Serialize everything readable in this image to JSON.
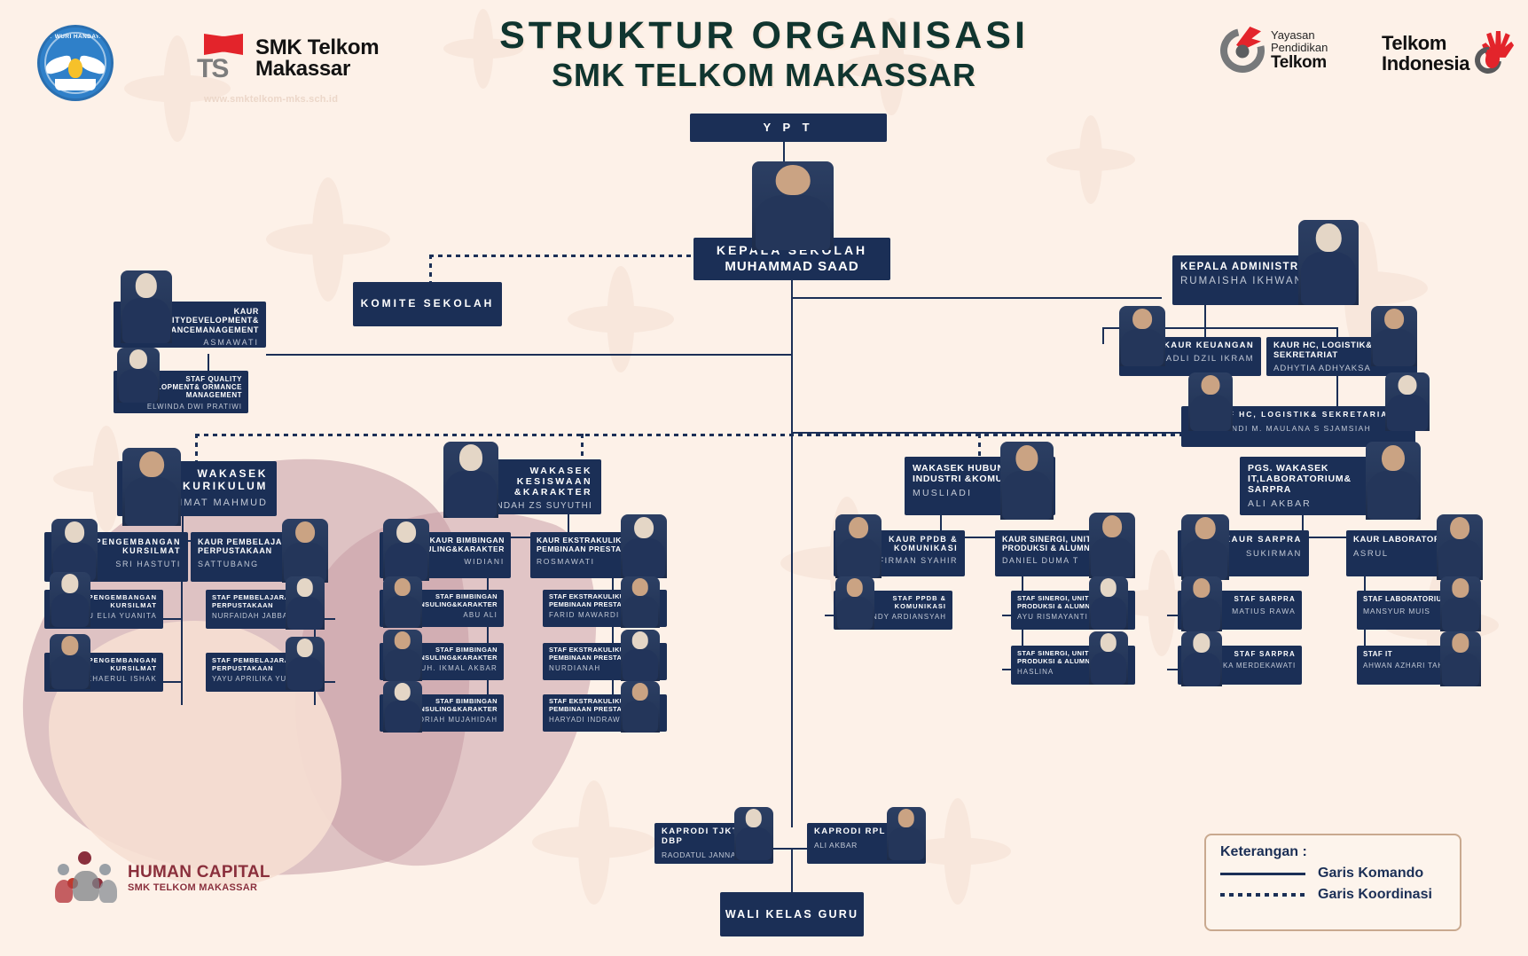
{
  "header": {
    "title_line1": "STRUKTUR ORGANISASI",
    "title_line2": "SMK TELKOM MAKASSAR",
    "logos": {
      "tutwuri_text": "TUT WURI HANDAYANI",
      "smk_line1": "SMK Telkom",
      "smk_line2": "Makassar",
      "smk_url": "www.smktelkom-mks.sch.id",
      "ypt_line1": "Yayasan",
      "ypt_line2": "Pendidikan",
      "ypt_line3": "Telkom",
      "telkom_line1": "Telkom",
      "telkom_line2": "Indonesia"
    }
  },
  "footer_logo": {
    "line1": "HUMAN CAPITAL",
    "line2": "SMK TELKOM MAKASSAR"
  },
  "legend": {
    "title": "Keterangan :",
    "items": [
      {
        "label": "Garis Komando",
        "style": "solid"
      },
      {
        "label": "Garis Koordinasi",
        "style": "dotted"
      }
    ]
  },
  "colors": {
    "background": "#fdf1e8",
    "node": "#1b2f56",
    "title": "#10352f",
    "name_text": "#c2c9d6",
    "legend_border": "#c9a98f",
    "accent_rose": "#c59aa4"
  },
  "nodes": {
    "ypt": {
      "role": "Y P T",
      "name": ""
    },
    "kepsek": {
      "role": "KEPALA SEKOLAH",
      "name": "MUHAMMAD SAAD"
    },
    "komite": {
      "role": "KOMITE SEKOLAH",
      "name": ""
    },
    "kepadmin": {
      "role": "KEPALA ADMINISTRASI",
      "name": "RUMAISHA IKHWANA"
    },
    "kaur_qdpm": {
      "role": "KAUR QUALITYDEVELOPMENT& PERFORMANCEMANAGEMENT",
      "name": "ASMAWATI"
    },
    "staf_qdpm": {
      "role": "STAF QUALITY DEVELOPMENT& ORMANCE MANAGEMENT",
      "name": "ELWINDA DWI PRATIWI"
    },
    "kaur_keu": {
      "role": "KAUR KEUANGAN",
      "name": "ADLI DZIL IKRAM"
    },
    "kaur_hc": {
      "role": "KAUR HC, LOGISTIK& SEKRETARIAT",
      "name": "ADHYTIA ADHYAKSA"
    },
    "staff_hc": {
      "role": "STAFF HC, LOGISTIK& SEKRETARIAT",
      "name": "ANDI M. MAULANA S        SJAMSIAH"
    },
    "wakasek_kur": {
      "role": "WAKASEK KURIKULUM",
      "name": "RAHMAT MAHMUD"
    },
    "wakasek_kes": {
      "role": "WAKASEK KESISWAAN &KARAKTER",
      "name": "ERLINDAH ZS SUYUTHI"
    },
    "wakasek_hik": {
      "role": "WAKASEK HUBUNGAN INDUSTRI &KOMUNIKASI",
      "name": "MUSLIADI"
    },
    "wakasek_it": {
      "role": "PGS. WAKASEK IT,LABORATORIUM& SARPRA",
      "name": "ALI AKBAR"
    },
    "kaur_kursilmat": {
      "role": "KAUR PENGEMBANGAN KURSILMAT",
      "name": "SRI HASTUTI"
    },
    "staf_kursilmat_1": {
      "role": "STAF PENGEMBANGAN KURSILMAT",
      "name": "RATU ELIA YUANITA"
    },
    "staf_kursilmat_2": {
      "role": "STAF PENGEMBANGAN KURSILMAT",
      "name": "KHAERUL ISHAK"
    },
    "kaur_pembelajaran": {
      "role": "KAUR PEMBELAJARAN& PERPUSTAKAAN",
      "name": "SATTUBANG"
    },
    "staf_pembelajaran_1": {
      "role": "STAF PEMBELAJARAN& PERPUSTAKAAN",
      "name": "NURFAIDAH JABBAR"
    },
    "staf_pembelajaran_2": {
      "role": "STAF PEMBELAJARAN& PERPUSTAKAAN",
      "name": "YAYU APRILIKA YUNUS"
    },
    "kaur_bk": {
      "role": "KAUR BIMBINGAN KONSULING&KARAKTER",
      "name": "WIDIANI"
    },
    "staf_bk_1": {
      "role": "STAF BIMBINGAN KONSULING&KARAKTER",
      "name": "ABU ALI"
    },
    "staf_bk_2": {
      "role": "STAF BIMBINGAN KONSULING&KARAKTER",
      "name": "MUH. IKMAL AKBAR"
    },
    "staf_bk_3": {
      "role": "STAF BIMBINGAN KONSULING&KARAKTER",
      "name": "A. NOORIAH MUJAHIDAH"
    },
    "kaur_ekskul": {
      "role": "KAUR EKSTRAKULIKULER& PEMBINAAN PRESTASI",
      "name": "ROSMAWATI"
    },
    "staf_ekskul_1": {
      "role": "STAF EKSTRAKULIKULER& PEMBINAAN PRESTASI",
      "name": "FARID MAWARDI"
    },
    "staf_ekskul_2": {
      "role": "STAF EKSTRAKULIKULER& PEMBINAAN PRESTASI",
      "name": "NURDIANAH"
    },
    "staf_ekskul_3": {
      "role": "STAF EKSTRAKULIKULER& PEMBINAAN PRESTASI",
      "name": "HARYADI INDRAWIJAYA"
    },
    "kaur_ppdb": {
      "role": "KAUR PPDB & KOMUNIKASI",
      "name": "FIRMAN SYAHIR"
    },
    "staf_ppdb": {
      "role": "STAF PPDB & KOMUNIKASI",
      "name": "SANDY ARDIANSYAH"
    },
    "kaur_sinergi": {
      "role": "KAUR SINERGI, UNIT PRODUKSI & ALUMNI",
      "name": "DANIEL DUMA T"
    },
    "staf_sinergi_1": {
      "role": "STAF SINERGI, UNIT PRODUKSI & ALUMNI",
      "name": "AYU RISMAYANTI"
    },
    "staf_sinergi_2": {
      "role": "STAF SINERGI, UNIT PRODUKSI & ALUMNI",
      "name": "HASLINA"
    },
    "kaur_sarpra": {
      "role": "KAUR SARPRA",
      "name": "SUKIRMAN"
    },
    "staf_sarpra_1": {
      "role": "STAF SARPRA",
      "name": "MATIUS RAWA"
    },
    "staf_sarpra_2": {
      "role": "STAF SARPRA",
      "name": "EKA MERDEKAWATI"
    },
    "kaur_lab": {
      "role": "KAUR LABORATORIUM",
      "name": "ASRUL"
    },
    "staf_lab": {
      "role": "STAF LABORATORIUM",
      "name": "MANSYUR MUIS"
    },
    "staf_it": {
      "role": "STAF IT",
      "name": "AHWAN AZHARI TAHIR"
    },
    "kaprodi_tjkt": {
      "role": "KAPRODI TJKT  & DBP",
      "name": "RAODATUL JANNAH"
    },
    "kaprodi_rpl": {
      "role": "KAPRODI RPL",
      "name": "ALI AKBAR"
    },
    "wali_kelas": {
      "role": "WALI KELAS GURU",
      "name": ""
    }
  }
}
